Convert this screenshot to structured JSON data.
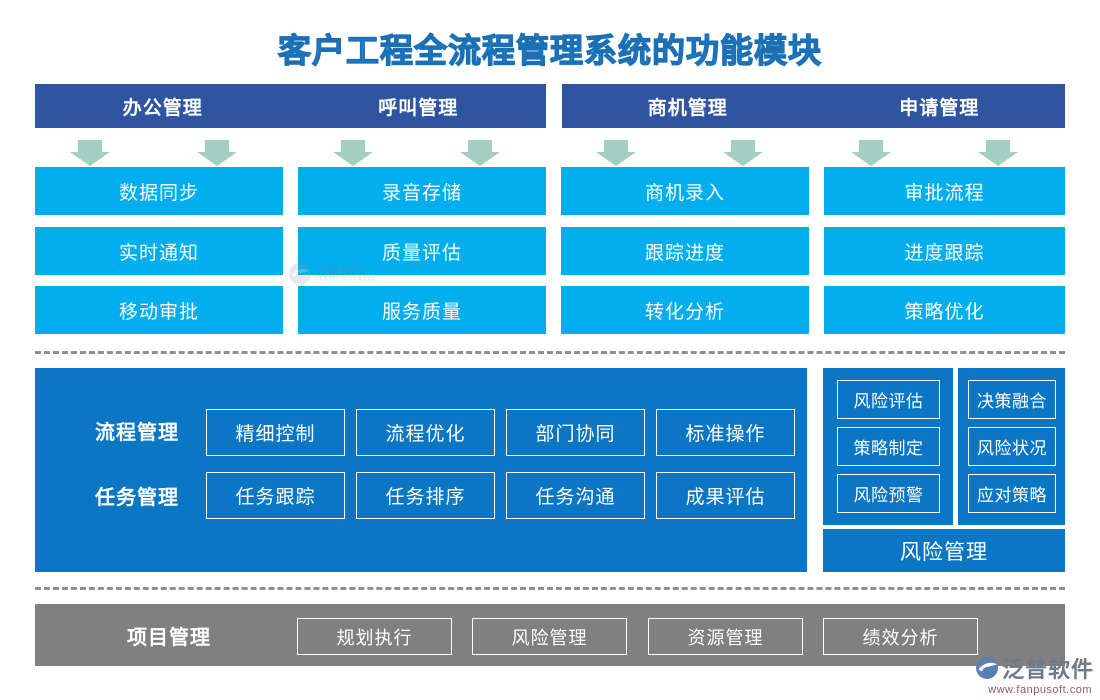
{
  "title": "客户工程全流程管理系统的功能模块",
  "colors": {
    "title_fill": "#29ABE2",
    "title_stroke": "#1B6FB5",
    "header_bar": "#3055A0",
    "cell_cyan": "#03AEEF",
    "panel_blue": "#0B76C4",
    "bottom_gray": "#808080",
    "arrow_green": "#A5CEC2",
    "divider_gray": "#909090"
  },
  "groups": [
    {
      "header_labels": [
        "办公管理",
        "呼叫管理"
      ],
      "columns": [
        {
          "label": "办公管理",
          "items": [
            "数据同步",
            "实时通知",
            "移动审批"
          ]
        },
        {
          "label": "呼叫管理",
          "items": [
            "录音存储",
            "质量评估",
            "服务质量"
          ]
        }
      ]
    },
    {
      "header_labels": [
        "商机管理",
        "申请管理"
      ],
      "columns": [
        {
          "label": "商机管理",
          "items": [
            "商机录入",
            "跟踪进度",
            "转化分析"
          ]
        },
        {
          "label": "申请管理",
          "items": [
            "审批流程",
            "进度跟踪",
            "策略优化"
          ]
        }
      ]
    }
  ],
  "middle": {
    "rows": [
      {
        "label": "流程管理",
        "items": [
          "精细控制",
          "流程优化",
          "部门协同",
          "标准操作"
        ]
      },
      {
        "label": "任务管理",
        "items": [
          "任务跟踪",
          "任务排序",
          "任务沟通",
          "成果评估"
        ]
      }
    ],
    "right_panel": {
      "column_a": [
        "风险评估",
        "策略制定",
        "风险预警"
      ],
      "column_b": [
        "决策融合",
        "风险状况",
        "应对策略"
      ],
      "footer_label": "风险管理"
    }
  },
  "bottom": {
    "label": "项目管理",
    "items": [
      "规划执行",
      "风险管理",
      "资源管理",
      "绩效分析"
    ]
  },
  "watermark": {
    "center_main": "泛普软件",
    "center_sub": "FANPU SOFTWARE",
    "logo_name": "泛普软件",
    "logo_url": "www.fanpusoft.com"
  }
}
